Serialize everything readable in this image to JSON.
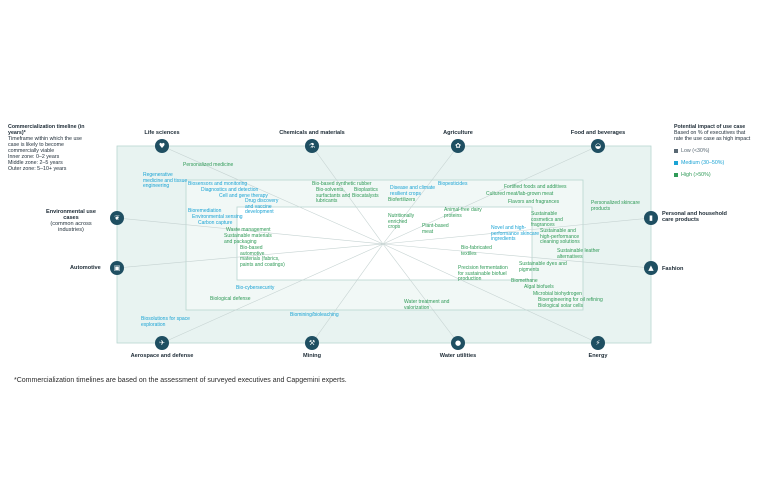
{
  "timeline_legend": {
    "title": "Commercialization timeline (in years)*",
    "description": "Timeframe within which the use case is likely to become commercially viable",
    "zones": [
      "Inner zone: 0–2 years",
      "Middle zone: 2–5 years",
      "Outer zone: 5–10+ years"
    ]
  },
  "impact_legend": {
    "title": "Potential impact of use case",
    "description": "Based on % of executives that rate the use case as high impact",
    "items": [
      {
        "label": "Low (<30%)",
        "color": "#596873"
      },
      {
        "label": "Medium (30–50%)",
        "color": "#1aa3d4"
      },
      {
        "label": "High (>50%)",
        "color": "#2f9a57"
      }
    ]
  },
  "categories": {
    "life_sciences": "Life sciences",
    "chemicals": "Chemicals and materials",
    "agriculture": "Agriculture",
    "food": "Food and beverages",
    "environmental": "Environmental use cases",
    "environmental_sub": "(common across industries)",
    "personal_care": "Personal and household care products",
    "automotive": "Automotive",
    "fashion": "Fashion",
    "aerospace": "Aerospace and defense",
    "mining": "Mining",
    "water": "Water utilities",
    "energy": "Energy"
  },
  "use_cases": {
    "personalized_medicine": "Personalized medicine",
    "regenerative_medicine": "Regenerative medicine and tissue engineering",
    "biosensors": "Biosensors and monitoring",
    "diagnostics": "Diagnostics and detection",
    "cell_gene": "Cell and gene therapy",
    "drug_discovery": "Drug discovery and vaccine development",
    "biobased_rubber": "Bio-based synthetic rubber",
    "biosolvents": "Bio-solvents, surfactants and lubricants",
    "bioplastics": "Bioplastics",
    "biocatalysts": "Biocatalysts",
    "biopesticides": "Biopesticides",
    "disease_crops": "Disease and climate resilient crops",
    "biofertilizers": "Biofertilizers",
    "fortified_foods": "Fortified foods and additives",
    "cultured_meat": "Cultured meat/lab-grown meat",
    "flavors": "Flavors and fragrances",
    "personalized_skincare": "Personalized skincare products",
    "bioremediation": "Bioremediation",
    "env_sensing": "Environmental sensing",
    "carbon_capture": "Carbon capture",
    "nutritionally_enriched": "Nutritionally enriched crops",
    "animal_free_dairy": "Animal-free dairy proteins",
    "plant_based_meat": "Plant-based meat",
    "sustainable_cosmetics": "Sustainable cosmetics and fragrances",
    "novel_ingredients": "Novel and high-performance skincare ingredients",
    "sustainable_cleaning": "Sustainable and high-performance cleaning solutions",
    "waste_management": "Waste management",
    "sustainable_packaging": "Sustainable materials and packaging",
    "biobased_auto": "Bio-based automotive materials (fabrics, paints and coatings)",
    "biofabricated_textiles": "Bio-fabricated textiles",
    "sustainable_leather": "Sustainable leather alternatives",
    "sustainable_dyes": "Sustainable dyes and pigments",
    "precision_fermentation": "Precision fermentation for sustainable biofuel production",
    "biomethane": "Biomethane",
    "algal_biofuels": "Algal biofuels",
    "bio_cybersecurity": "Bio-cybersecurity",
    "biological_defense": "Biological defense",
    "microbial_hydrogen": "Microbial biohydrogen",
    "bioengineering_oil": "Bioengineering for oil refining",
    "biological_solar": "Biological solar cells",
    "biosolutions_space": "Biosolutions for space exploration",
    "biomining": "Biomining/bioleaching",
    "water_treatment": "Water treatment and valorization"
  },
  "footnote": "*Commercialization timelines are based on the assessment of surveyed executives and Capgemini experts."
}
